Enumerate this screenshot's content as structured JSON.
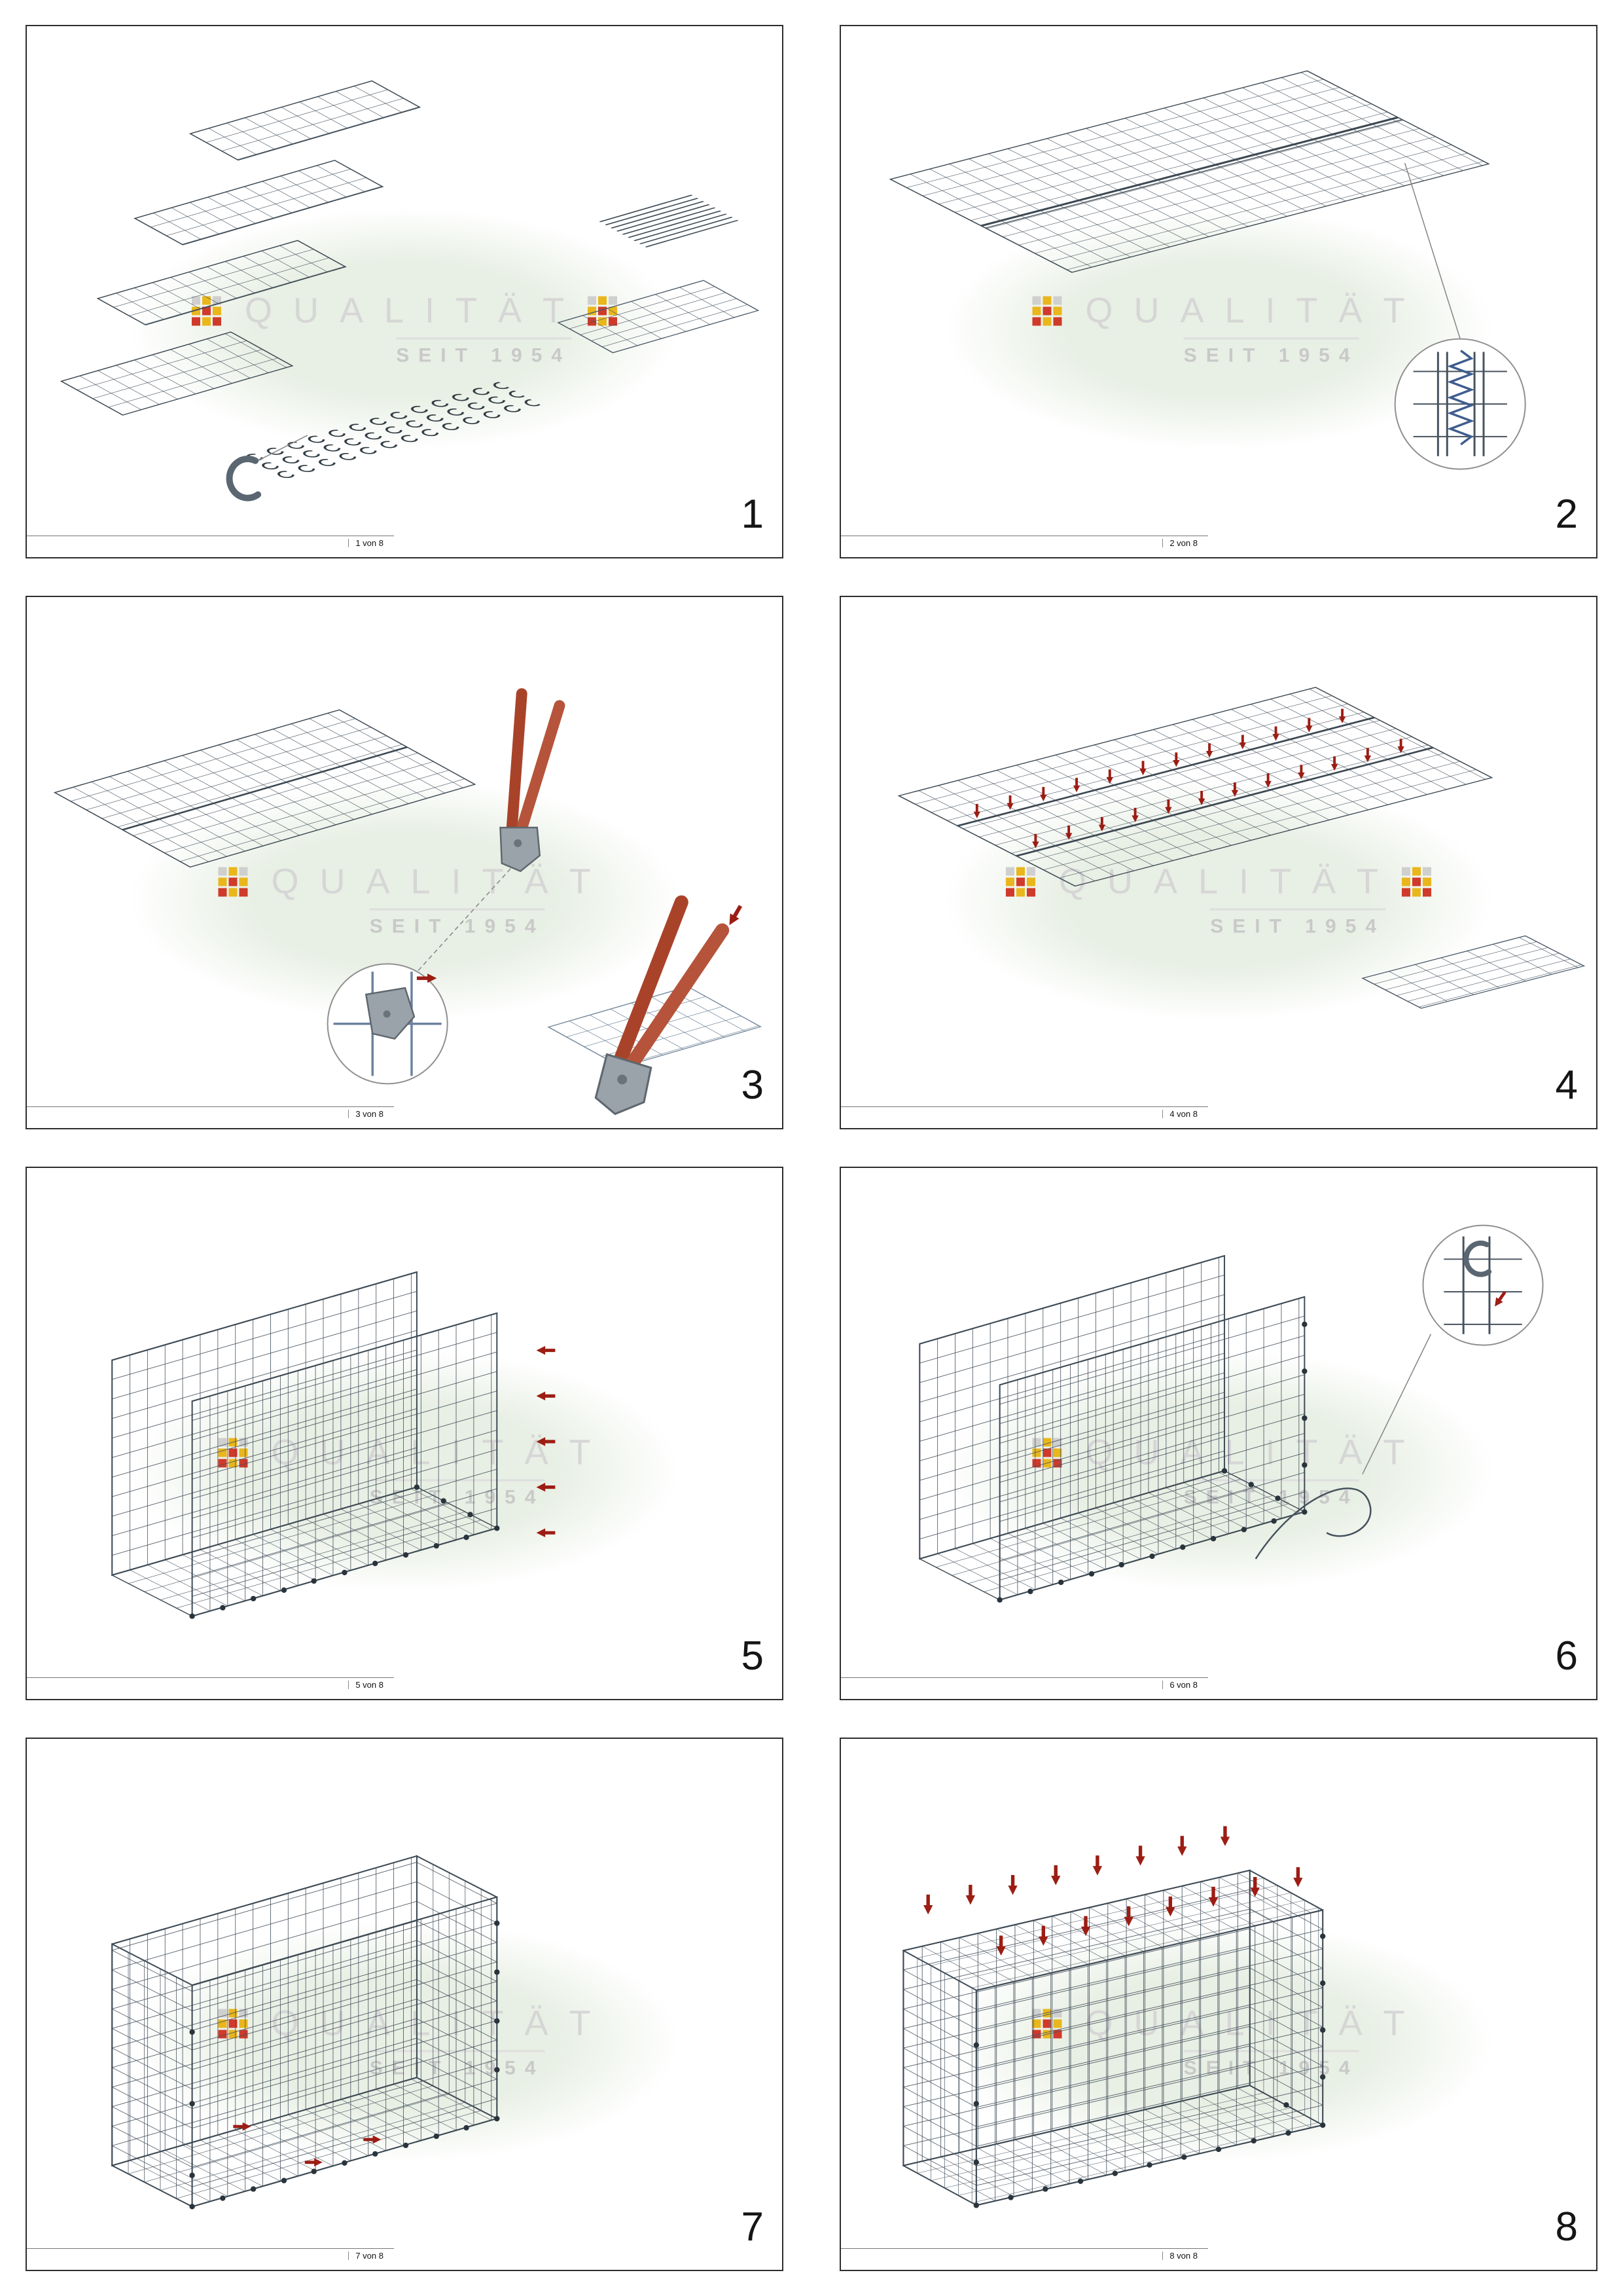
{
  "watermark": {
    "line1": "QUALITÄT",
    "line2": "SEIT 1954"
  },
  "panels": [
    {
      "number": "1",
      "footer": "1 von 8"
    },
    {
      "number": "2",
      "footer": "2 von 8"
    },
    {
      "number": "3",
      "footer": "3 von 8"
    },
    {
      "number": "4",
      "footer": "4 von 8"
    },
    {
      "number": "5",
      "footer": "5 von 8"
    },
    {
      "number": "6",
      "footer": "6 von 8"
    },
    {
      "number": "7",
      "footer": "7 von 8"
    },
    {
      "number": "8",
      "footer": "8 von 8"
    }
  ],
  "colors": {
    "mesh": "#3d4953",
    "mesh_accent": "#74879b",
    "arrow_red": "#9c1d13",
    "watermark_text": "#d6d6d6",
    "watermark_ellipse": "#e8efe4",
    "logo_yellow": "#e9b61c",
    "logo_red": "#cf3a2a",
    "logo_gray": "#cfcfcf"
  }
}
